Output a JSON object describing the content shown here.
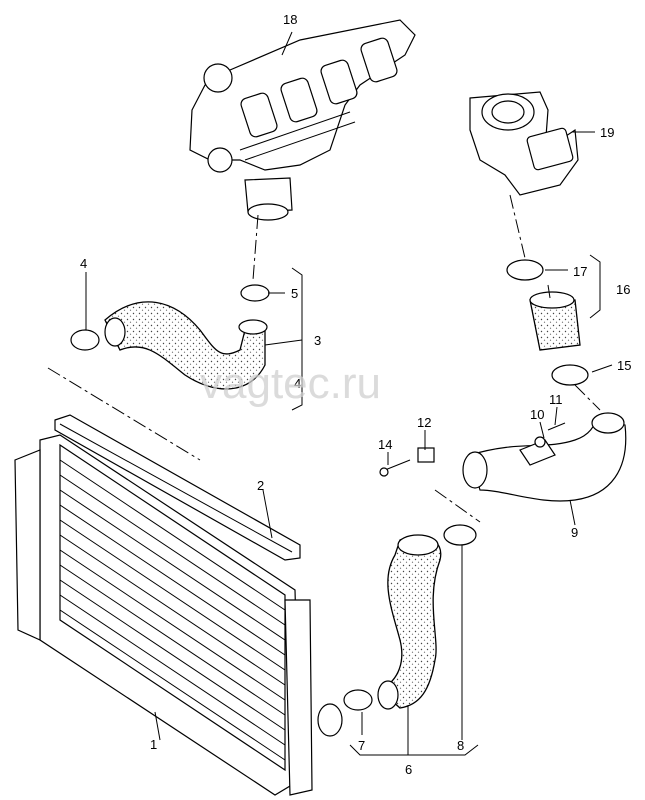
{
  "watermark": "vagtec.ru",
  "callouts": {
    "c1": "1",
    "c2": "2",
    "c3": "3",
    "c4a": "4",
    "c4b": "4",
    "c5": "5",
    "c6": "6",
    "c7": "7",
    "c8": "8",
    "c9": "9",
    "c10": "10",
    "c11": "11",
    "c12": "12",
    "c14": "14",
    "c15": "15",
    "c16": "16",
    "c17": "17",
    "c18": "18",
    "c19": "19"
  }
}
